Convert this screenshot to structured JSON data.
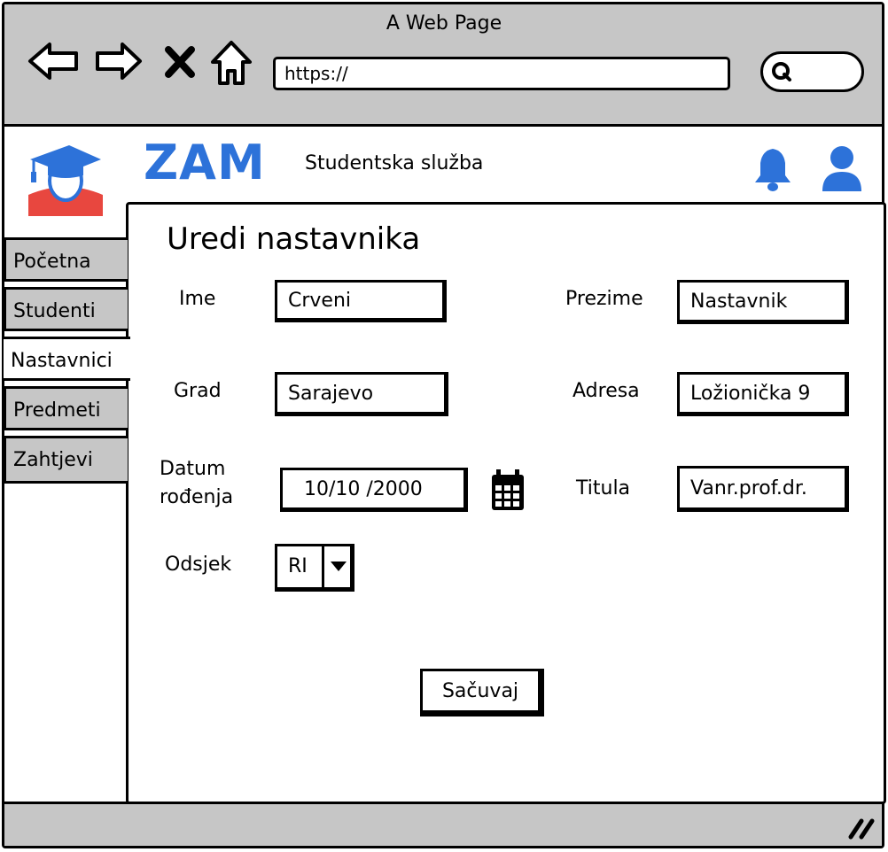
{
  "browser": {
    "title": "A Web Page",
    "url": "https://",
    "icons": [
      "back-arrow-icon",
      "forward-arrow-icon",
      "close-x-icon",
      "home-icon",
      "search-icon"
    ]
  },
  "header": {
    "brand": "ZAM",
    "subtitle": "Studentska služba",
    "brand_color": "#2d72d9",
    "icons": [
      "graduate-logo-icon",
      "bell-icon",
      "user-icon"
    ]
  },
  "sidebar": {
    "items": [
      {
        "label": "Početna",
        "active": false
      },
      {
        "label": "Studenti",
        "active": false
      },
      {
        "label": "Nastavnici",
        "active": true
      },
      {
        "label": "Predmeti",
        "active": false
      },
      {
        "label": "Zahtjevi",
        "active": false
      }
    ]
  },
  "form": {
    "title": "Uredi nastavnika",
    "ime": {
      "label": "Ime",
      "value": "Crveni"
    },
    "prezime": {
      "label": "Prezime",
      "value": "Nastavnik"
    },
    "grad": {
      "label": "Grad",
      "value": "Sarajevo"
    },
    "adresa": {
      "label": "Adresa",
      "value": "Ložionička 9"
    },
    "datum": {
      "label_line1": "Datum",
      "label_line2": "rođenja",
      "value": "10/10  /2000"
    },
    "titula": {
      "label": "Titula",
      "value": "Vanr.prof.dr."
    },
    "odsjek": {
      "label": "Odsjek",
      "value": "RI"
    },
    "save_label": "Sačuvaj"
  },
  "colors": {
    "chrome": "#c6c6c6",
    "accent": "#2d72d9",
    "logo_red": "#e8473f"
  }
}
